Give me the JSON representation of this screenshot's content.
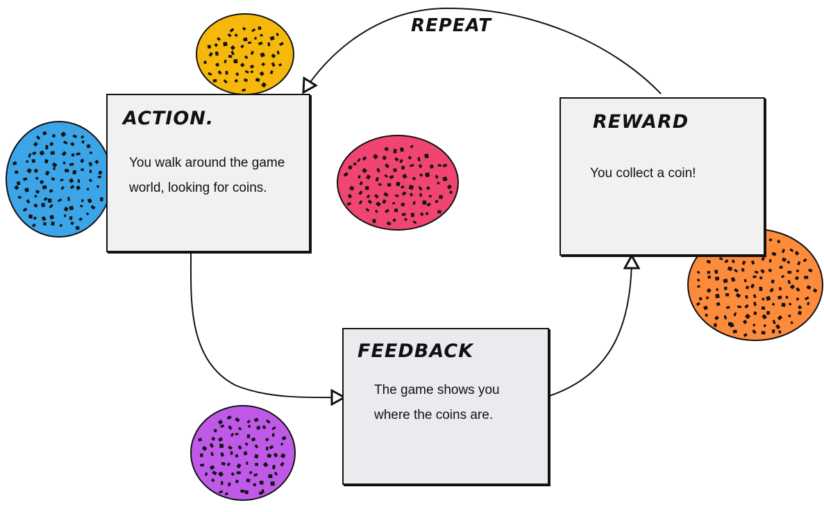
{
  "colors": {
    "yellow": "#f6b90b",
    "blue": "#3ba5e8",
    "pink": "#ef4570",
    "orange": "#fd8b3c",
    "purple": "#bf5ae8",
    "box_fill": "#f1f1f1",
    "feedback_fill": "#e9ebee"
  },
  "loop_label": "REPEAT",
  "boxes": {
    "action": {
      "title": "ACTION.",
      "text": "You walk around the game world, looking for coins."
    },
    "reward": {
      "title": "REWARD",
      "text": "You collect a coin!"
    },
    "feedback": {
      "title": "FEEDBACK",
      "text": "The game shows you where the coins are."
    }
  }
}
